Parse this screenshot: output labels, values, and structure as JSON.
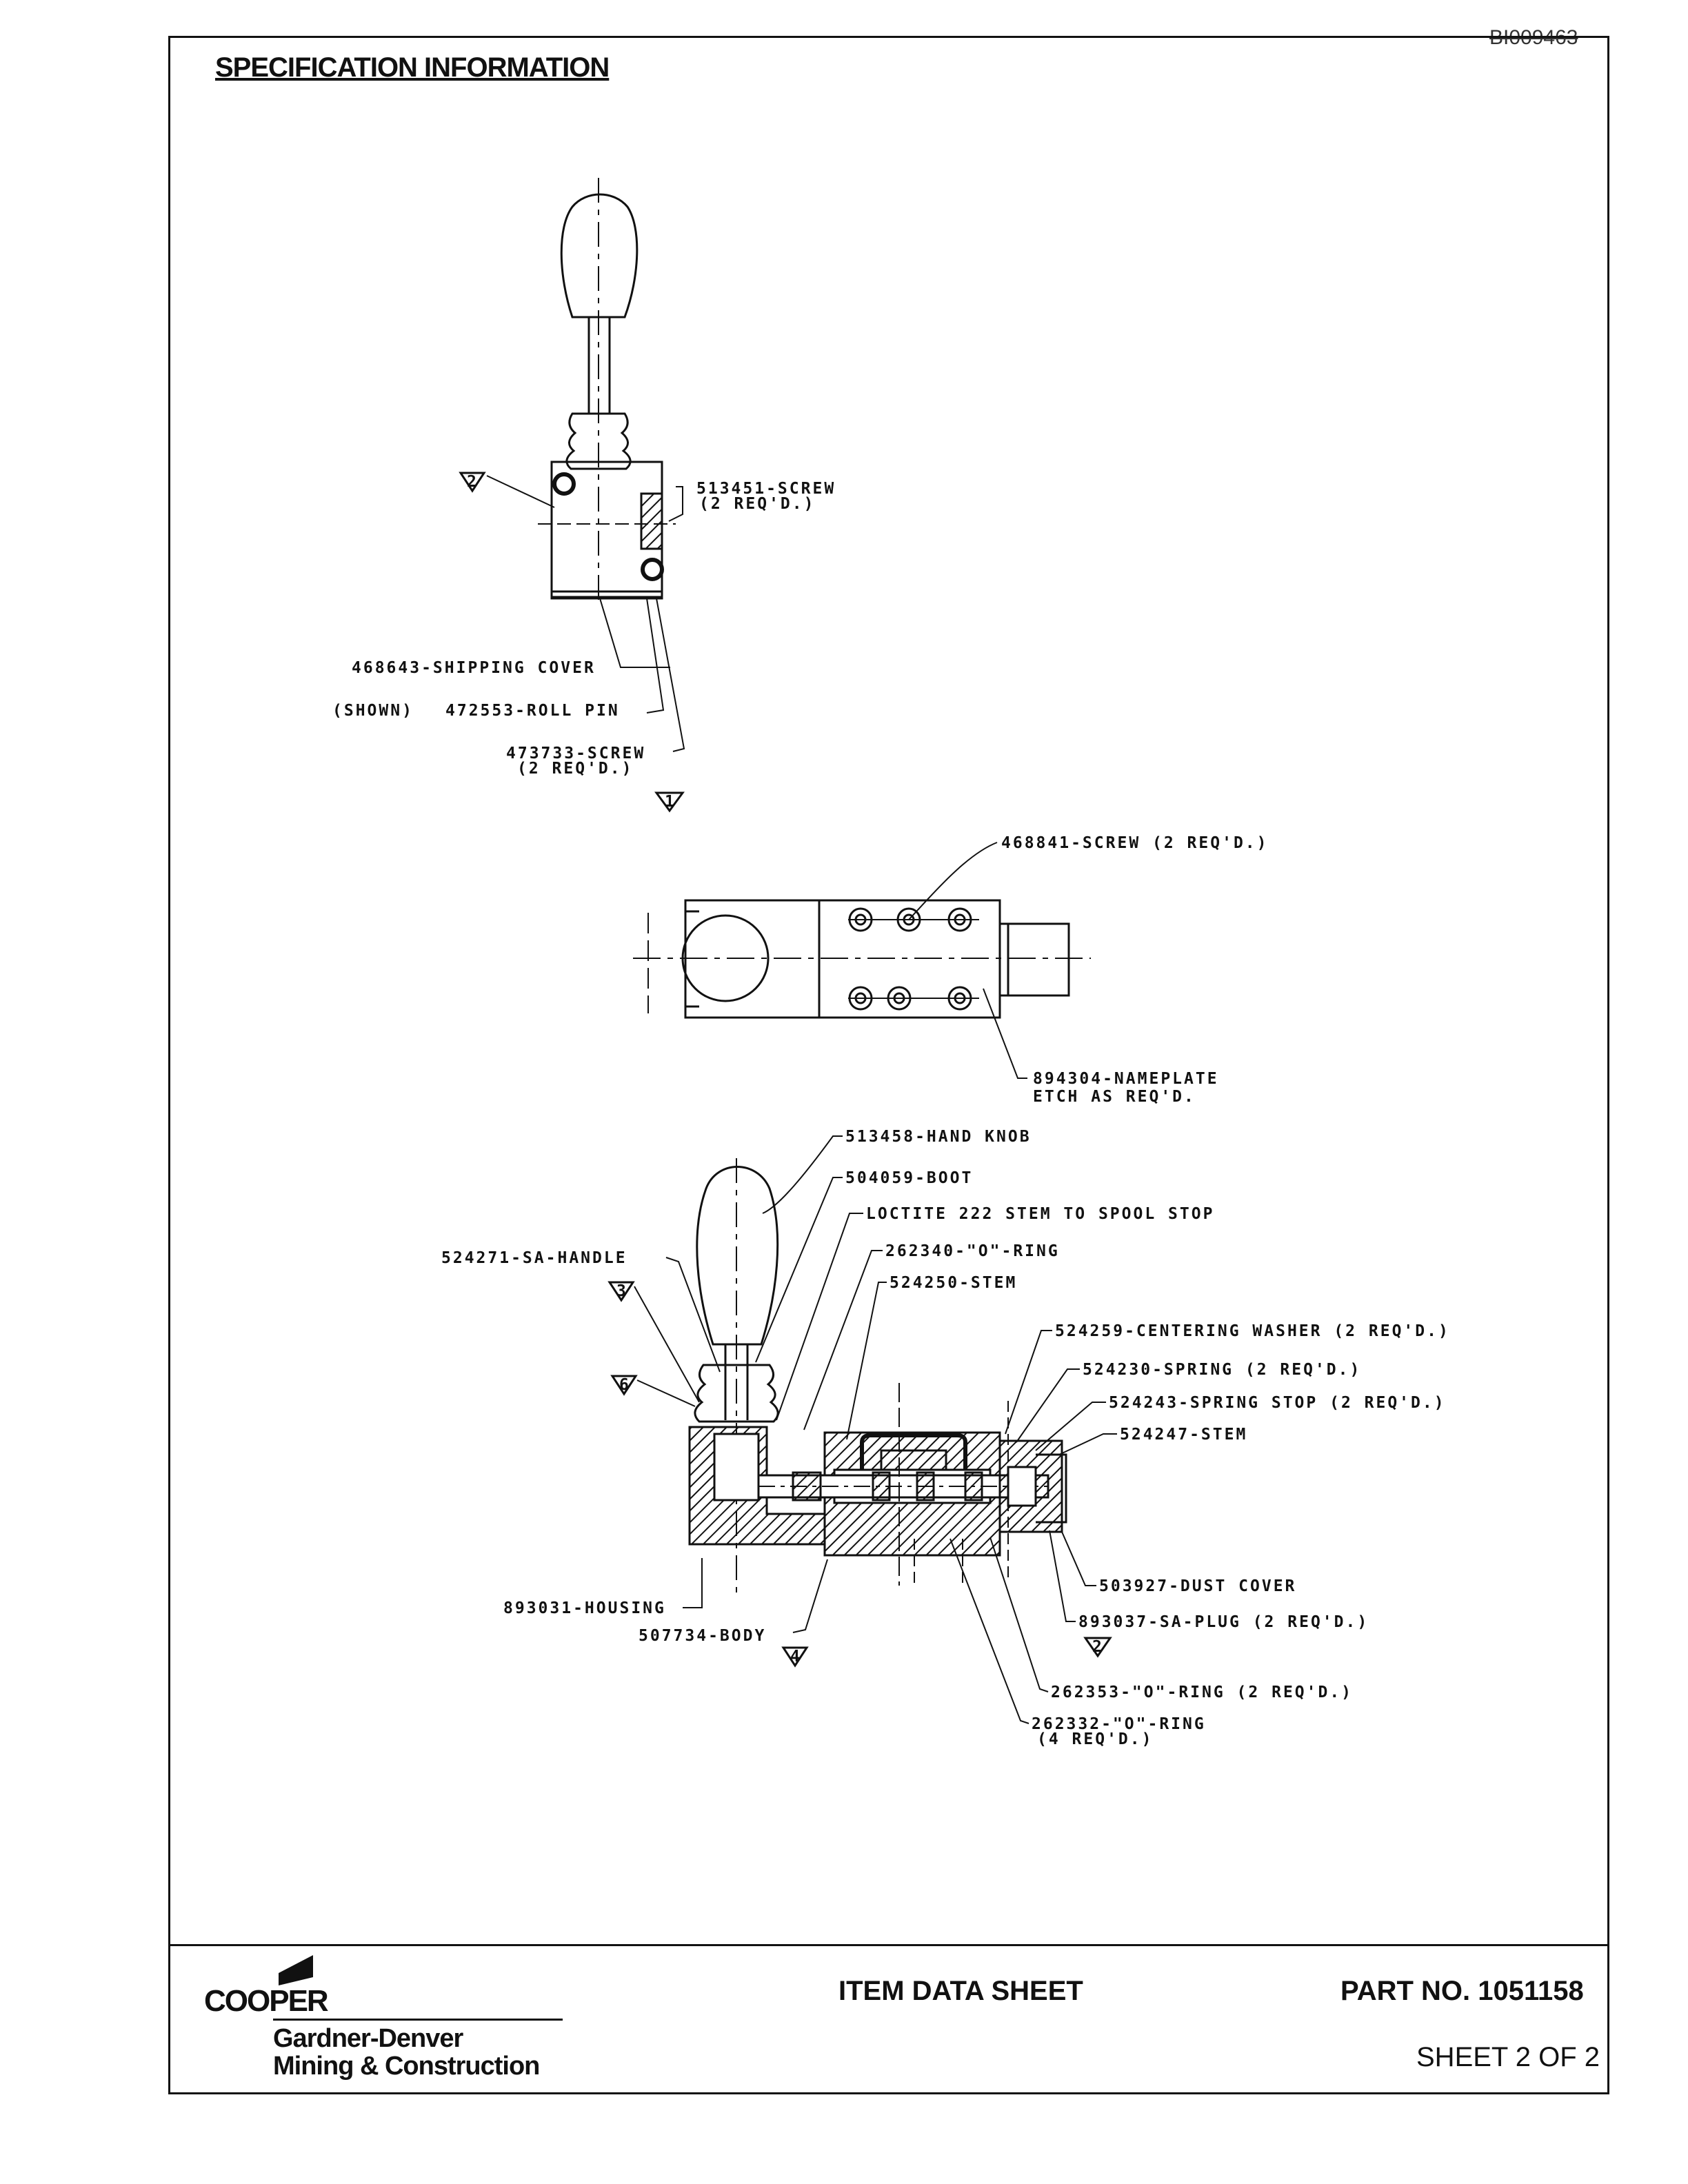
{
  "document_id": "BI009463",
  "header": {
    "title": "SPECIFICATION INFORMATION"
  },
  "views": {
    "top": {
      "labels": [
        {
          "text": "513451-SCREW"
        },
        {
          "text": "(2 REQ'D.)"
        },
        {
          "text": "468643-SHIPPING COVER"
        },
        {
          "text": "(SHOWN)"
        },
        {
          "text": "472553-ROLL PIN"
        },
        {
          "text": "473733-SCREW"
        },
        {
          "text": "(2 REQ'D.)"
        }
      ],
      "callouts": [
        "2",
        "1"
      ]
    },
    "middle": {
      "labels": [
        {
          "text": "468841-SCREW (2 REQ'D.)"
        },
        {
          "text": "894304-NAMEPLATE"
        },
        {
          "text": "ETCH AS REQ'D."
        }
      ]
    },
    "section": {
      "labels": [
        {
          "text": "513458-HAND KNOB"
        },
        {
          "text": "504059-BOOT"
        },
        {
          "text": "LOCTITE 222 STEM TO SPOOL STOP"
        },
        {
          "text": "262340-\"O\"-RING"
        },
        {
          "text": "524250-STEM"
        },
        {
          "text": "524271-SA-HANDLE"
        },
        {
          "text": "524259-CENTERING WASHER (2 REQ'D.)"
        },
        {
          "text": "524230-SPRING (2 REQ'D.)"
        },
        {
          "text": "524243-SPRING STOP (2 REQ'D.)"
        },
        {
          "text": "524247-STEM"
        },
        {
          "text": "503927-DUST COVER"
        },
        {
          "text": "893037-SA-PLUG (2 REQ'D.)"
        },
        {
          "text": "893031-HOUSING"
        },
        {
          "text": "507734-BODY"
        },
        {
          "text": "262353-\"O\"-RING (2 REQ'D.)"
        },
        {
          "text": "262332-\"O\"-RING"
        },
        {
          "text": "(4 REQ'D.)"
        }
      ],
      "callouts": [
        "3",
        "6",
        "4",
        "2"
      ]
    }
  },
  "title_block": {
    "company": "COOPER",
    "division_line1": "Gardner-Denver",
    "division_line2": "Mining & Construction",
    "doc_type": "ITEM DATA SHEET",
    "part_no": "PART NO. 1051158",
    "sheet": "SHEET 2 OF 2"
  },
  "colors": {
    "ink": "#111111",
    "paper": "#ffffff"
  }
}
